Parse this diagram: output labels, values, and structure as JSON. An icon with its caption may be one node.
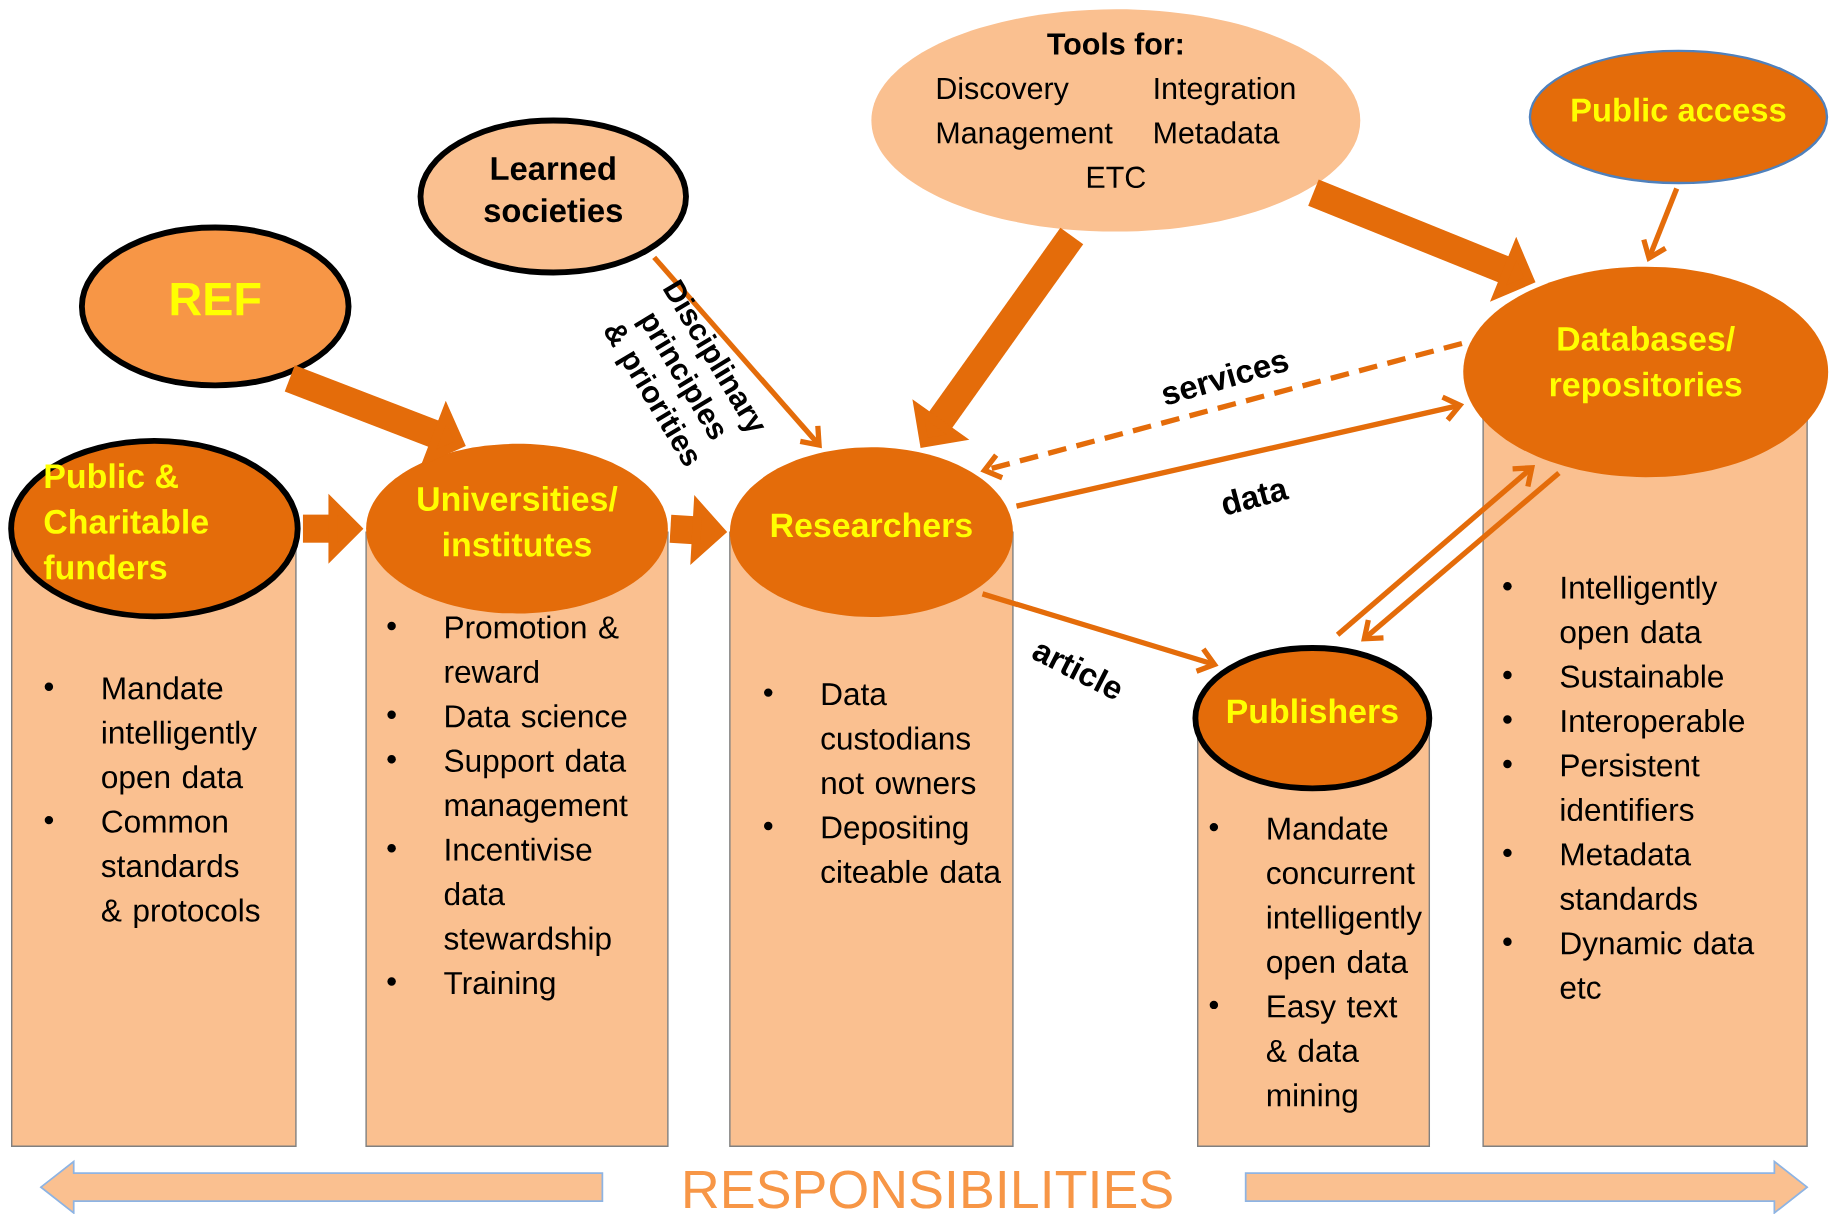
{
  "diagram": {
    "nodes": [
      {
        "text": [
          "REF"
        ]
      },
      {
        "text": [
          "Learned societies"
        ]
      },
      {
        "text": [
          "Tools for:",
          "Discovery",
          "Integration",
          "Management",
          "Metadata",
          "ETC"
        ]
      },
      {
        "text": [
          "Public access"
        ]
      },
      {
        "text": [
          "Public & Charitable funders",
          "Mandate intelligently open data",
          "Common standards & protocols"
        ]
      },
      {
        "text": [
          "Universities/ institutes",
          "Promotion & reward",
          "Data science",
          "Support data management",
          "Incentivise data stewardship",
          "Training"
        ]
      },
      {
        "text": [
          "Researchers",
          "Data custodians not owners",
          "Depositing citeable data"
        ]
      },
      {
        "text": [
          "Publishers",
          "Mandate concurrent intelligently open data",
          "Easy text & data mining"
        ]
      },
      {
        "text": [
          "Databases/ repositories",
          "Intelligently open data",
          "Sustainable",
          "Interoperable",
          "Persistent identifiers",
          "Metadata standards",
          "Dynamic data etc"
        ]
      }
    ],
    "edges": [
      {
        "from": 0,
        "to": 5,
        "arrow": "to",
        "style": "thick"
      },
      {
        "from": 4,
        "to": 5,
        "arrow": "to",
        "style": "thick"
      },
      {
        "from": 5,
        "to": 6,
        "arrow": "to",
        "style": "thick"
      },
      {
        "from": 1,
        "to": 6,
        "arrow": "to",
        "label": "Disciplinary principles & priorities"
      },
      {
        "from": 2,
        "to": 6,
        "arrow": "to",
        "style": "thick"
      },
      {
        "from": 2,
        "to": 8,
        "arrow": "to",
        "style": "thick"
      },
      {
        "from": 3,
        "to": 8,
        "arrow": "to"
      },
      {
        "from": 8,
        "to": 6,
        "arrow": "to",
        "style": "dashed",
        "label": "services"
      },
      {
        "from": 6,
        "to": 8,
        "arrow": "to",
        "label": "data"
      },
      {
        "from": 6,
        "to": 7,
        "arrow": "to",
        "label": "article"
      },
      {
        "from": 7,
        "to": 8,
        "arrow": "to"
      },
      {
        "from": 8,
        "to": 7,
        "arrow": "to"
      }
    ],
    "labels": [
      "RESPONSIBILITIES"
    ]
  }
}
